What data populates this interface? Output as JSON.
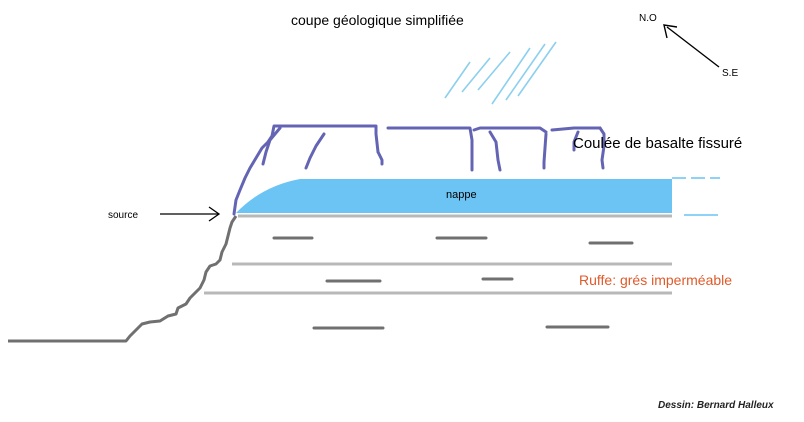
{
  "title": "coupe géologique simplifiée",
  "orientation": {
    "north_west": "N.O",
    "south_east": "S.E"
  },
  "layers": {
    "basalt": "Coulée de basalte fissuré",
    "aquifer": "nappe",
    "impermeable": "Ruffe: grés imperméable"
  },
  "spring": "source",
  "credit": "Dessin: Bernard Halleux",
  "colors": {
    "basalt": "#6464b4",
    "aquifer": "#6cc4f4",
    "rain": "#8ccfee",
    "ground": "#808080",
    "impermeable_label": "#e05a2a"
  }
}
